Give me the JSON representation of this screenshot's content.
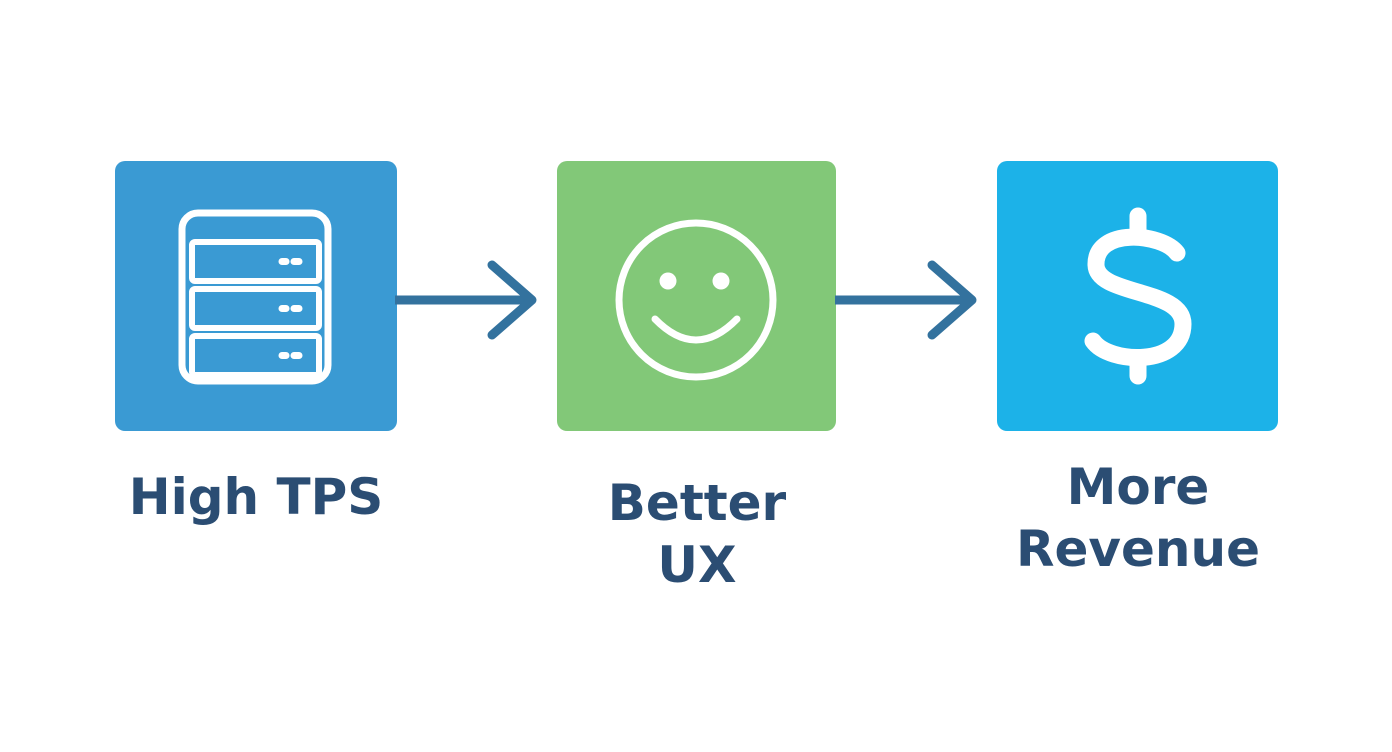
{
  "colors": {
    "tile_1": "#3a9ad3",
    "tile_2": "#82c878",
    "tile_3": "#1cb2e8",
    "arrow": "#33729e",
    "label_text": "#2b4d73",
    "icon_stroke": "#ffffff"
  },
  "steps": [
    {
      "icon": "server-icon",
      "label_lines": [
        "High TPS"
      ]
    },
    {
      "icon": "smiley-face-icon",
      "label_lines": [
        "Better",
        "UX"
      ]
    },
    {
      "icon": "dollar-sign-icon",
      "label_lines": [
        "More",
        "Revenue"
      ]
    }
  ],
  "connectors": [
    "right-arrow-icon",
    "right-arrow-icon"
  ]
}
